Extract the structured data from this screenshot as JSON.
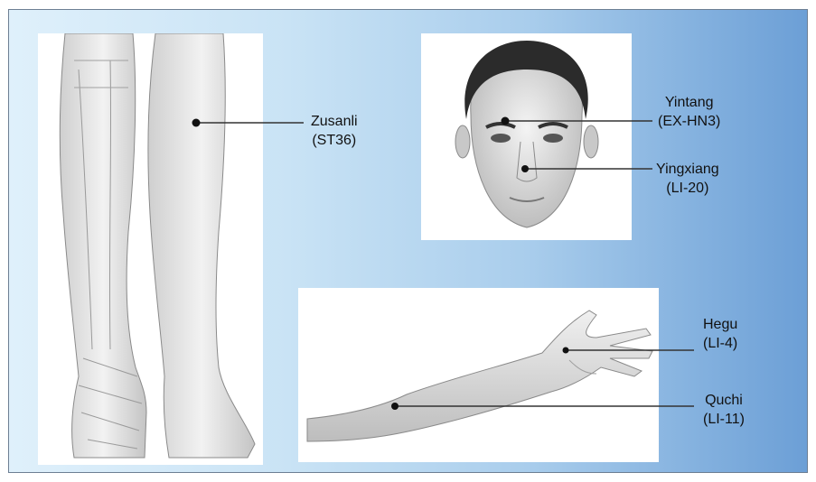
{
  "points": {
    "zusanli": {
      "name": "Zusanli",
      "code": "(ST36)"
    },
    "yintang": {
      "name": "Yintang",
      "code": "(EX-HN3)"
    },
    "yingxiang": {
      "name": "Yingxiang",
      "code": "(LI-20)"
    },
    "hegu": {
      "name": "Hegu",
      "code": "(LI-4)"
    },
    "quchi": {
      "name": "Quchi",
      "code": "(LI-11)"
    }
  },
  "colors": {
    "background_light": "#dff0fb",
    "background_dark": "#6c9fd6",
    "leader_line": "#333333",
    "point_marker": "#111111"
  }
}
